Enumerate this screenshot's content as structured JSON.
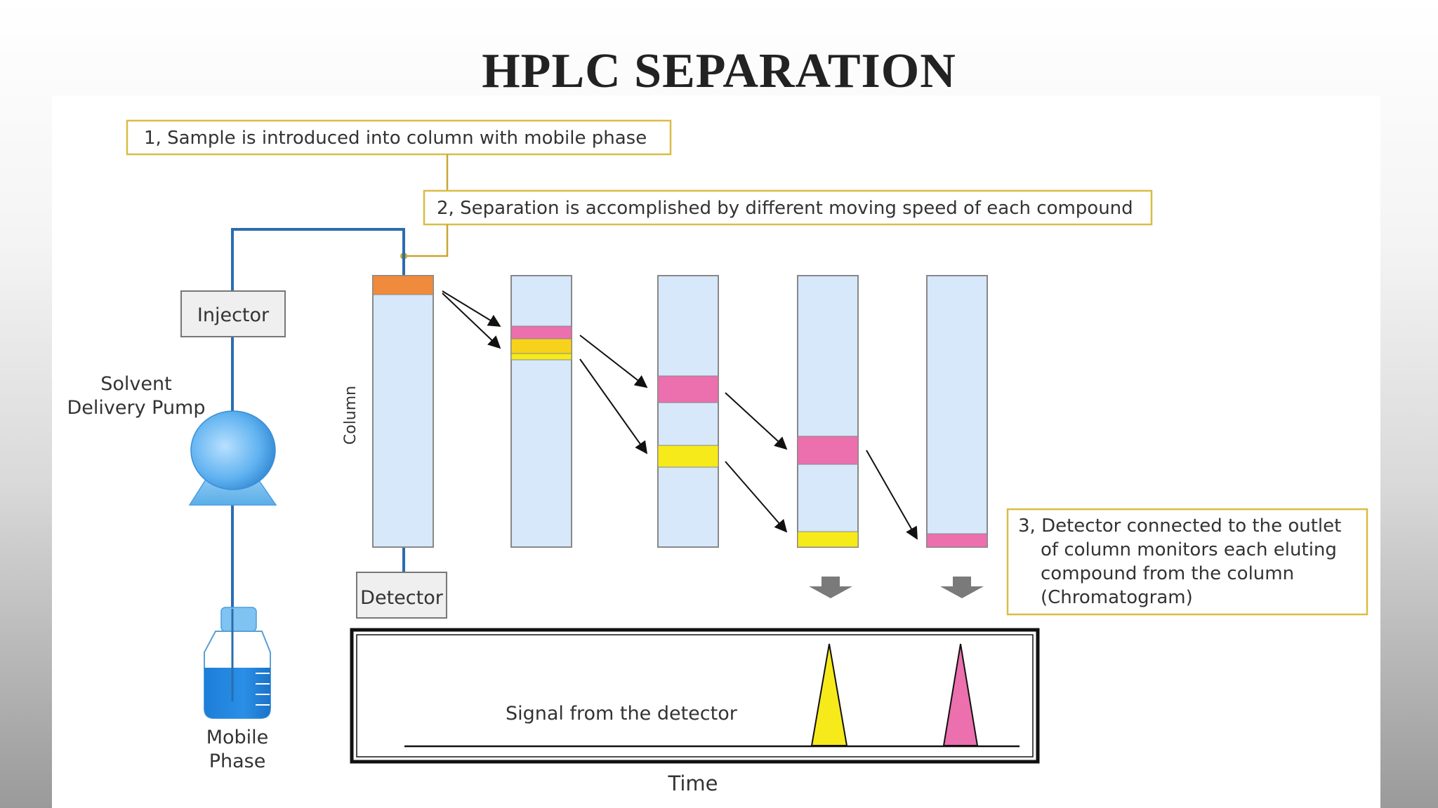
{
  "title": "HPLC SEPARATION",
  "callouts": {
    "step1": "1, Sample is introduced into column with mobile phase",
    "step2": "2, Separation is accomplished by different moving speed of each compound",
    "step3_lines": [
      "3, Detector connected to the outlet",
      "of column monitors each eluting",
      "compound from the column",
      "(Chromatogram)"
    ]
  },
  "labels": {
    "injector": "Injector",
    "pump_line1": "Solvent",
    "pump_line2": "Delivery Pump",
    "column": "Column",
    "detector": "Detector",
    "mobile_line1": "Mobile",
    "mobile_line2": "Phase",
    "signal": "Signal from the detector",
    "time": "Time"
  },
  "colors": {
    "column_fill": "#d6e8fa",
    "sample_band": "#f08a3c",
    "compound_a": "#ec6fae",
    "compound_b": "#f7ea1a",
    "tubing": "#2a6db0",
    "callout_border": "#d9bd45"
  }
}
